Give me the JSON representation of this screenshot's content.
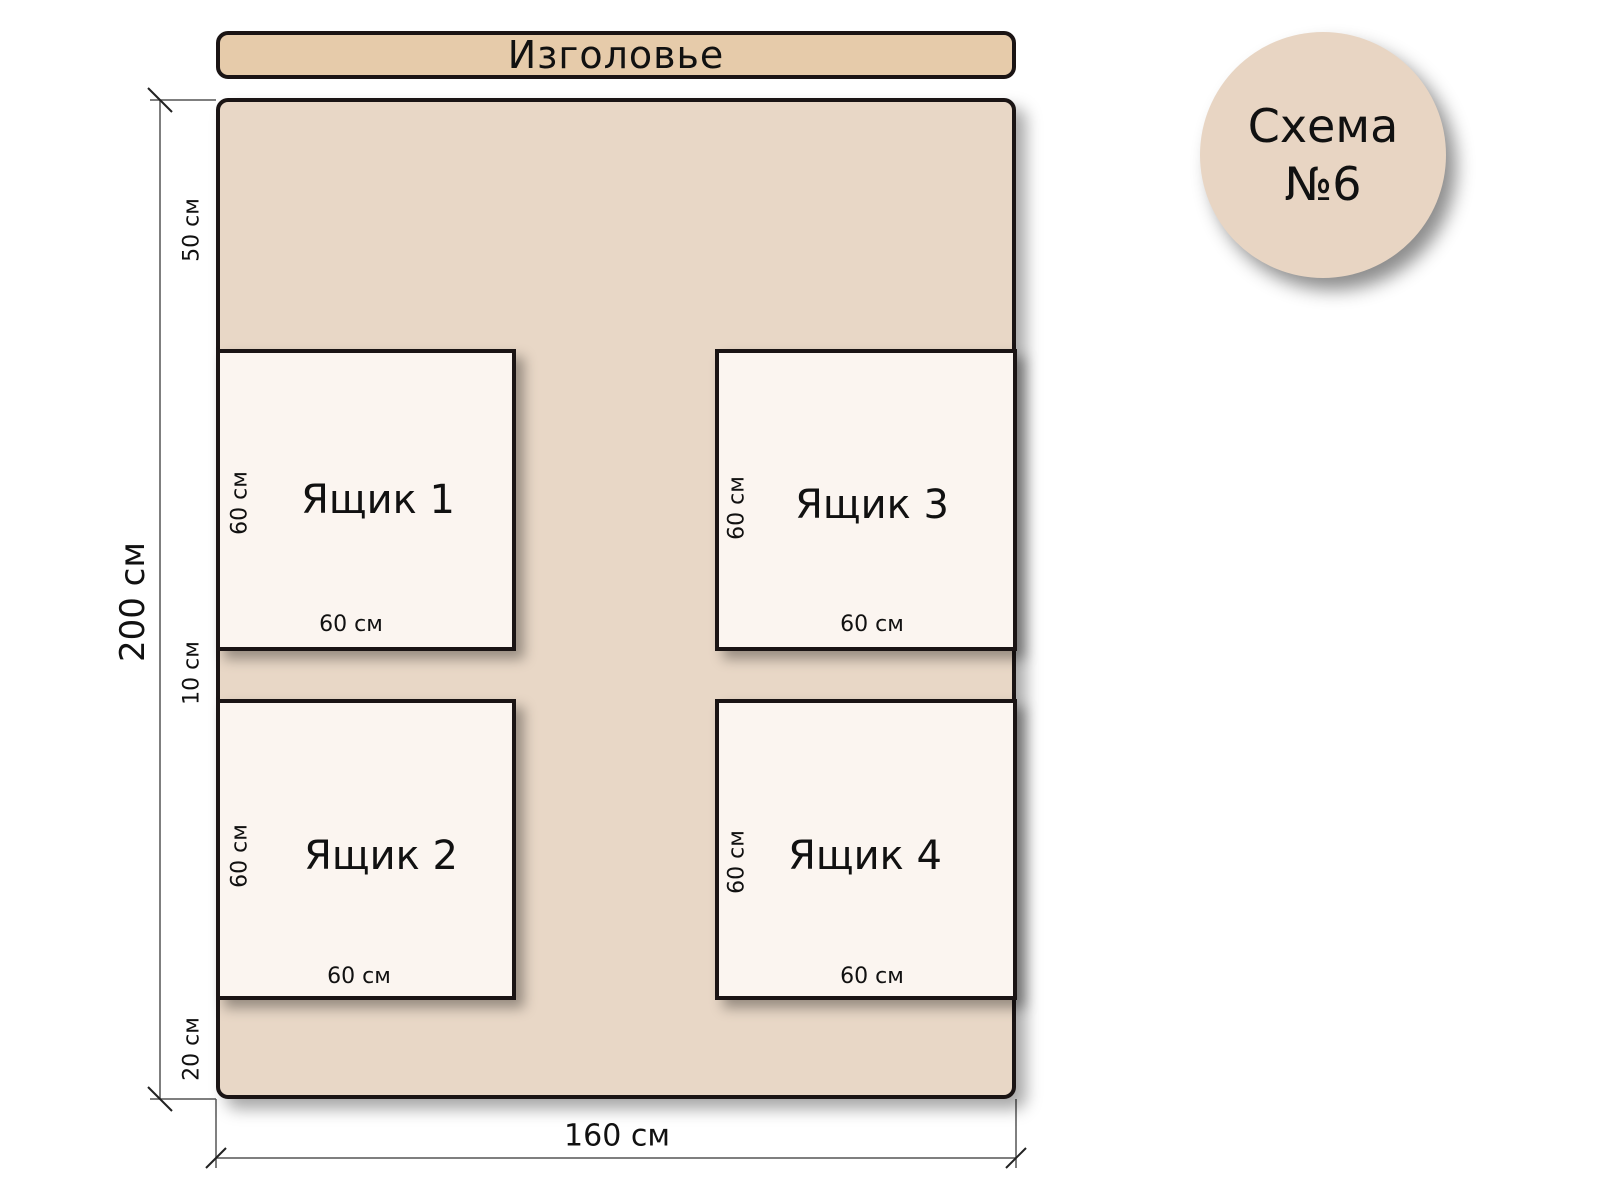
{
  "headboard": {
    "label": "Изголовье"
  },
  "scheme": {
    "line1": "Схема",
    "line2": "№6"
  },
  "dimensions": {
    "total_length": "200 см",
    "total_width": "160 см",
    "top_gap": "50 см",
    "middle_gap": "10 см",
    "bottom_gap": "20 см"
  },
  "drawers": [
    {
      "title": "Ящик 1",
      "height_label": "60 см",
      "width_label": "60 см"
    },
    {
      "title": "Ящик 2",
      "height_label": "60 см",
      "width_label": "60 см"
    },
    {
      "title": "Ящик 3",
      "height_label": "60 см",
      "width_label": "60 см"
    },
    {
      "title": "Ящик 4",
      "height_label": "60 см",
      "width_label": "60 см"
    }
  ],
  "colors": {
    "bed_fill": "#e8d7c6",
    "headboard_fill": "#e6cbaa",
    "drawer_fill": "#fbf5f0",
    "outline": "#1a1414",
    "scheme_fill": "#e8d5c3"
  }
}
